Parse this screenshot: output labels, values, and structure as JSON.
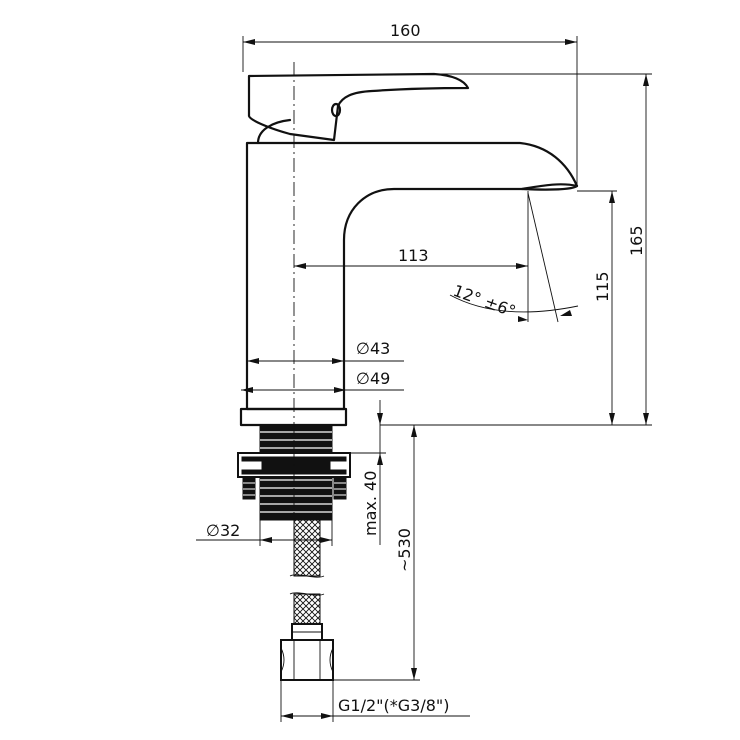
{
  "dimensions": {
    "overall_width": "160",
    "overall_height": "165",
    "spout_height": "115",
    "spout_reach": "113",
    "spray_angle": "12° ±6°",
    "base_diameter_43": "∅43",
    "base_diameter_49": "∅49",
    "thread_diameter": "∅32",
    "max_thickness": "max. 40",
    "hose_length": "~530",
    "connection_thread": "G1/2\"(*G3/8\")"
  }
}
